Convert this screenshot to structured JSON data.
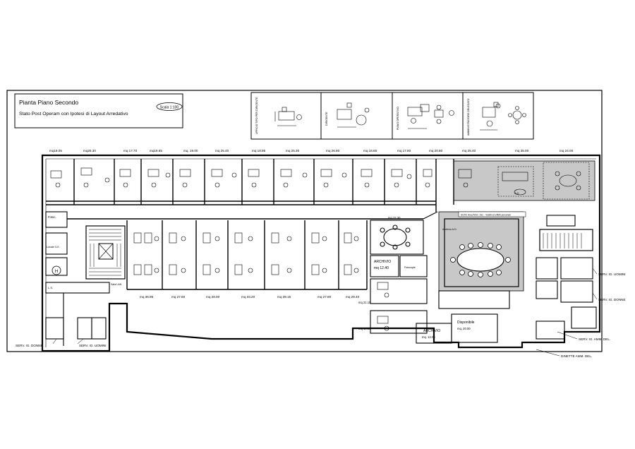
{
  "title_block": {
    "title": "Pianta Piano Secondo",
    "subtitle": "Stato Post Operam con Ipotesi di Layout Arredativo",
    "scale": "Scala 1:100"
  },
  "legend": {
    "panels": [
      {
        "label": "UFFICIO TIPO PER DIRIGENTE"
      },
      {
        "label": "DIRIGENTE"
      },
      {
        "label": "PIANO OPERATIVO"
      },
      {
        "label": "AMMINISTRATORE DELEGATO"
      }
    ]
  },
  "areas_top": [
    "mq19.05",
    "mq25.30",
    "mq 17.70",
    "mq19.65",
    "mq. 19.00",
    "mq 25.40",
    "mq 18.95",
    "mq 25.30",
    "mq 26.80",
    "mq 18.65",
    "mq 17.80",
    "mq 20.80",
    "mq 25.40",
    "mq 35.00",
    "mq 24.00"
  ],
  "areas_bottom": [
    "mq 36.95",
    "mq 27.60",
    "mq 28.00",
    "mq 33.20",
    "mq 39.15",
    "mq 27.80",
    "mq 29.40"
  ],
  "labels": {
    "fotoc_left": "Fotoc.",
    "locale_left": "Locale G.E.",
    "sala_lan": "Sala LAN",
    "mq_2230": "mq 22.30",
    "archivio_1": "ARCHIVIO",
    "archivio_1_area": "mq 12.40",
    "fotocopie": "Fotocopie",
    "mq_2115": "mq 21.15",
    "mq_1980": "mq 19.80",
    "archivio_2": "ARCHIVIO",
    "archivio_2_area": "mq. 12.00",
    "disponibile": "Disponibile",
    "disponibile_area": "mq. 20.00",
    "archivio_ad": "Archivio A.D.",
    "segreteria": "SGTA. Area Amm. Del. - Vestiti ed effetti personali",
    "ad_label": "A.D.",
    "serv_donne_left": "SERV. IG. DONNE",
    "serv_uomini_left": "SERV. IG. UOMINI",
    "serv_uomini_right": "SERV. IG. UOMINI",
    "serv_donne_right": "SERV. IG. DONNE",
    "serv_amm_del": "SERV. IG. AMM. DEL.",
    "dinette": "DINETTE AMM. DEL.",
    "lift": "H",
    "ls": "L.S."
  }
}
